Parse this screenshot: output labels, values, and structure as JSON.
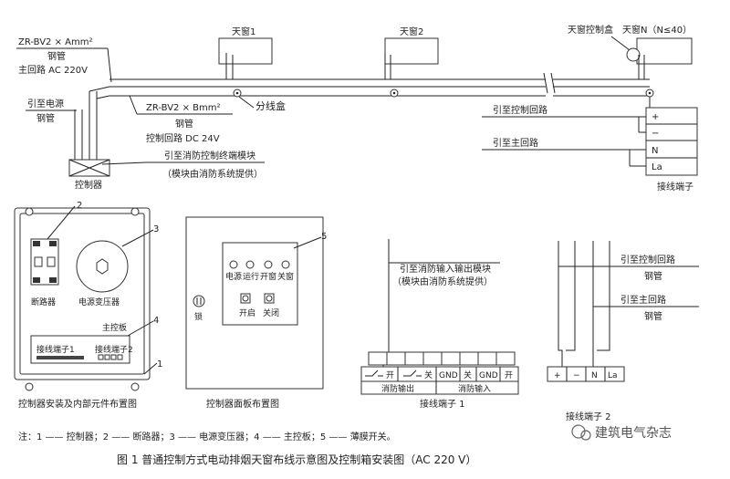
{
  "top": {
    "cable_main": "ZR-BV2 × Amm²",
    "pipe_main": "钢管",
    "main_circuit": "主回路  AC  220V",
    "skylight_1": "天窗1",
    "skylight_2": "天窗2",
    "skylight_control_box": "天窗控制盒",
    "skylight_n": "天窗N（N≤40）",
    "junction_box": "分线盒",
    "power_in": "引至电源",
    "pipe_power": "钢管",
    "cable_ctrl": "ZR-BV2 × Bmm²",
    "pipe_ctrl": "钢管",
    "ctrl_circuit": "控制回路  DC 24V",
    "to_fire_module": "引至消防控制终端模块",
    "fire_module_note": "（模块由消防系统提供）",
    "controller": "控制器",
    "to_control_loop": "引至控制回路",
    "to_main_loop": "引至主回路",
    "terminals": [
      "+",
      "−",
      "N",
      "La"
    ],
    "terminal_label": "接线端子"
  },
  "panel1": {
    "num_2": "2",
    "num_3": "3",
    "num_4": "4",
    "num_1": "1",
    "breaker": "断路器",
    "transformer": "电源变压器",
    "mainboard": "主控板",
    "terminal_1": "接线端子1",
    "terminal_2": "接线端子2",
    "caption": "控制器安装及内部元件布置图"
  },
  "panel2": {
    "num_5": "5",
    "indicators": [
      "电源",
      "运行",
      "开窗",
      "关窗"
    ],
    "lock": "锁",
    "open": "开启",
    "close": "关闭",
    "caption": "控制器面板布置图"
  },
  "term1": {
    "to_fire_io": "引至消防输入输出模块",
    "note": "（模块由消防系统提供）",
    "cells": [
      "开",
      "关",
      "GND",
      "关",
      "GND",
      "开"
    ],
    "fire_output": "消防输出",
    "fire_input": "消防输入",
    "caption": "接线端子 1"
  },
  "term2": {
    "to_control_loop": "引至控制回路",
    "pipe_1": "钢管",
    "to_main_loop": "引至主回路",
    "pipe_2": "钢管",
    "cells": [
      "+",
      "−",
      "N",
      "La"
    ],
    "caption": "接线端子 2"
  },
  "footnote": "注：1 —— 控制器；2 —— 断路器；3 —— 电源变压器；4 —— 主控板；5 —— 薄膜开关。",
  "figure_caption": "图 1   普通控制方式电动排烟天窗布线示意图及控制箱安装图（AC 220 V）",
  "watermark": "建筑电气杂志"
}
